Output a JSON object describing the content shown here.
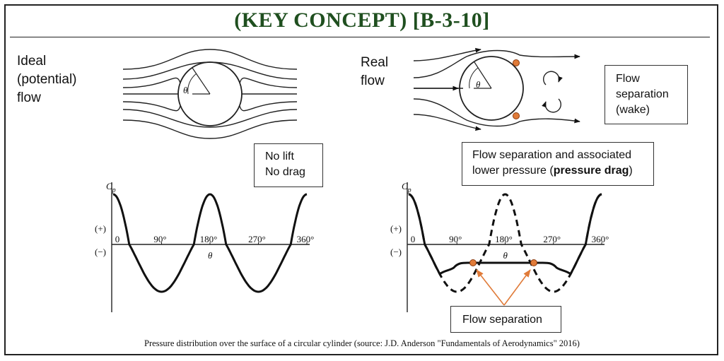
{
  "title": "(KEY CONCEPT) [B-3-10]",
  "left_panel": {
    "label_lines": [
      "Ideal",
      "(potential)",
      "flow"
    ],
    "box_lines": [
      "No lift",
      "No drag"
    ],
    "theta_label": "θ"
  },
  "right_panel": {
    "label_lines": [
      "Real",
      "flow"
    ],
    "wake_box_lines": [
      "Flow",
      "separation",
      "(wake)"
    ],
    "drag_box_line1": "Flow separation and associated",
    "drag_box_line2_prefix": "lower pressure (",
    "drag_box_line2_bold": "pressure drag",
    "drag_box_line2_suffix": ")",
    "theta_label": "θ",
    "separation_label": "Flow separation"
  },
  "caption": "Pressure distribution over the surface of a circular cylinder (source: J.D. Anderson \"Fundamentals of Aerodynamics\" 2016)",
  "colors": {
    "title": "#1f4f1f",
    "separation_marker": "#e07b39",
    "arrow": "#e07b39"
  },
  "chart_data": [
    {
      "type": "line",
      "ylabel": "Cp",
      "xlabel": "θ",
      "y_ticks": [
        "(+)",
        "(−)"
      ],
      "x_ticks": [
        "0",
        "90°",
        "180°",
        "270°",
        "360°"
      ],
      "series": [
        {
          "x": [
            0,
            45,
            90,
            135,
            180,
            225,
            270,
            315,
            360
          ],
          "values": [
            1,
            -1,
            -3,
            -1,
            1,
            -1,
            -3,
            -1,
            1
          ]
        }
      ]
    },
    {
      "type": "line",
      "ylabel": "Cp",
      "xlabel": "θ",
      "y_ticks": [
        "(+)",
        "(−)"
      ],
      "x_ticks": [
        "0",
        "90°",
        "180°",
        "270°",
        "360°"
      ],
      "series": [
        {
          "x": [
            0,
            45,
            70,
            90,
            110,
            180,
            250,
            270,
            290,
            315,
            360
          ],
          "values": [
            1,
            -1,
            -1.9,
            -2.0,
            -1.6,
            -1.6,
            -1.6,
            -2.0,
            -1.9,
            -1,
            1
          ]
        },
        {
          "x": [
            0,
            45,
            90,
            135,
            180,
            225,
            270,
            315,
            360
          ],
          "values": [
            1,
            -1,
            -3,
            -1,
            1,
            -1,
            -3,
            -1,
            1
          ]
        }
      ]
    }
  ]
}
